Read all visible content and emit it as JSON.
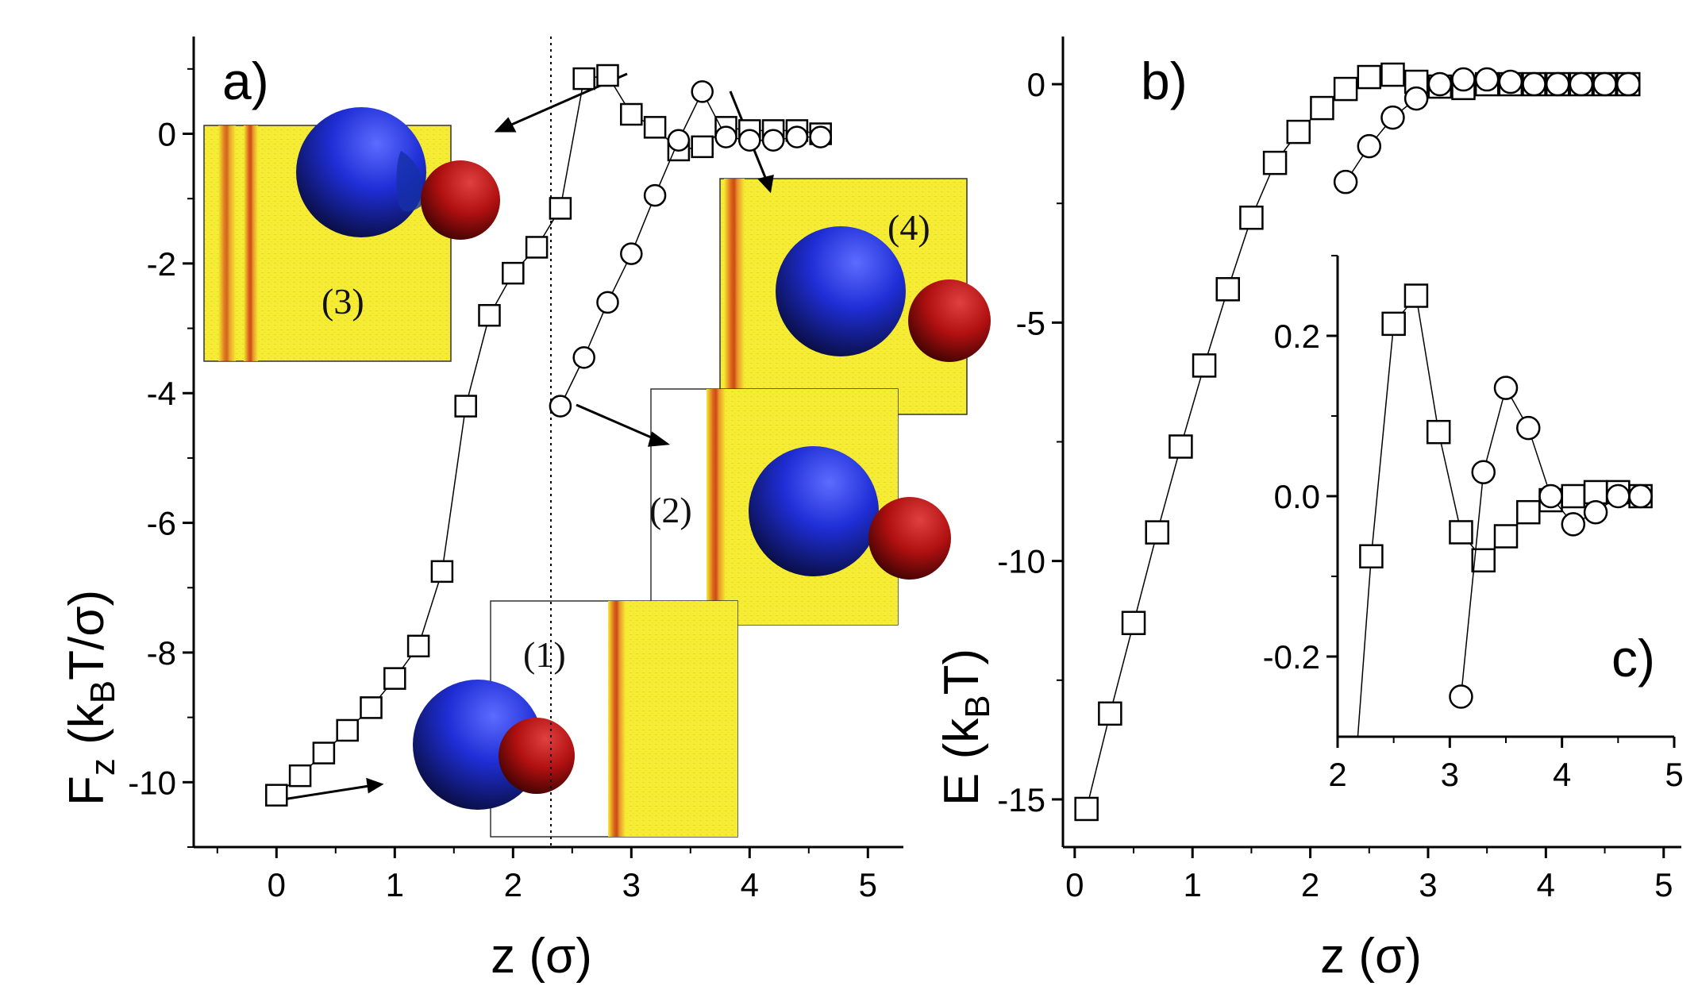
{
  "colors": {
    "inset_yellow": "#f5ec34",
    "stripe_orange": "#d9541a",
    "sphere_blue": "#1f2ed6",
    "sphere_red": "#b01010"
  },
  "chart_data": [
    {
      "panel": "a)",
      "type": "scatter",
      "xlabel": "z (σ)",
      "ylabel_parts": {
        "main": "F",
        "sub1": "z",
        "mid": " (k",
        "sub2": "B",
        "end": "T/σ)"
      },
      "xlim": [
        -0.7,
        5.3
      ],
      "ylim": [
        -11,
        1.5
      ],
      "xticks": [
        0,
        1,
        2,
        3,
        4,
        5
      ],
      "yticks": [
        0,
        -2,
        -4,
        -6,
        -8,
        -10
      ],
      "dotted_vline_x": 2.32,
      "series": [
        {
          "marker": "square",
          "x": [
            0,
            0.2,
            0.4,
            0.6,
            0.8,
            1.0,
            1.2,
            1.4,
            1.6,
            1.8,
            2.0,
            2.2,
            2.4,
            2.6,
            2.8,
            3.0,
            3.2,
            3.4,
            3.6,
            3.8,
            4.0,
            4.2,
            4.4,
            4.6
          ],
          "y": [
            -10.2,
            -9.9,
            -9.55,
            -9.2,
            -8.85,
            -8.4,
            -7.9,
            -6.75,
            -4.2,
            -2.8,
            -2.15,
            -1.75,
            -1.15,
            0.85,
            0.9,
            0.3,
            0.1,
            -0.25,
            -0.2,
            0.1,
            0.05,
            0.05,
            0.05,
            0.0
          ]
        },
        {
          "marker": "circle",
          "x": [
            2.4,
            2.6,
            2.8,
            3.0,
            3.2,
            3.4,
            3.6,
            3.8,
            4.0,
            4.2,
            4.4,
            4.6
          ],
          "y": [
            -4.2,
            -3.45,
            -2.6,
            -1.85,
            -0.95,
            -0.1,
            0.65,
            -0.05,
            -0.1,
            -0.1,
            -0.05,
            -0.05
          ]
        }
      ],
      "insets": [
        {
          "label": "(1)"
        },
        {
          "label": "(2)"
        },
        {
          "label": "(3)"
        },
        {
          "label": "(4)"
        }
      ]
    },
    {
      "panel": "b)",
      "type": "scatter",
      "xlabel": "z (σ)",
      "ylabel_parts": {
        "main": "E",
        "mid": " (k",
        "sub2": "B",
        "end": "T)"
      },
      "xlim": [
        -0.1,
        5.15
      ],
      "ylim": [
        -16,
        1
      ],
      "xticks": [
        0,
        1,
        2,
        3,
        4,
        5
      ],
      "yticks": [
        0,
        -5,
        -10,
        -15
      ],
      "series": [
        {
          "marker": "square",
          "x": [
            0.1,
            0.3,
            0.5,
            0.7,
            0.9,
            1.1,
            1.3,
            1.5,
            1.7,
            1.9,
            2.1,
            2.3,
            2.5,
            2.7,
            2.9,
            3.1,
            3.3,
            3.5,
            3.7,
            3.9,
            4.1,
            4.3,
            4.5,
            4.7
          ],
          "y": [
            -15.2,
            -13.2,
            -11.3,
            -9.4,
            -7.6,
            -5.9,
            -4.3,
            -2.8,
            -1.65,
            -1.0,
            -0.5,
            -0.1,
            0.15,
            0.2,
            0.05,
            -0.05,
            -0.08,
            0.0,
            0.0,
            0.0,
            0.0,
            0.0,
            0.0,
            0.0
          ]
        },
        {
          "marker": "circle",
          "x": [
            2.3,
            2.5,
            2.7,
            2.9,
            3.1,
            3.3,
            3.5,
            3.7,
            3.9,
            4.1,
            4.3,
            4.5,
            4.7
          ],
          "y": [
            -2.05,
            -1.3,
            -0.7,
            -0.3,
            0.0,
            0.1,
            0.1,
            0.05,
            0.0,
            0.0,
            0.0,
            0.0,
            0.0
          ]
        }
      ]
    },
    {
      "panel": "c)",
      "type": "scatter",
      "xlim": [
        2,
        5
      ],
      "ylim": [
        -0.3,
        0.3
      ],
      "xticks": [
        2,
        3,
        4,
        5
      ],
      "yticks": [
        0.2,
        0.0,
        -0.2
      ],
      "ytick_labels": [
        "0.2",
        "0.0",
        "-0.2"
      ],
      "series": [
        {
          "marker": "square",
          "x": [
            2.1,
            2.3,
            2.5,
            2.7,
            2.9,
            3.1,
            3.3,
            3.5,
            3.7,
            3.9,
            4.1,
            4.3,
            4.5,
            4.7
          ],
          "y": [
            -0.45,
            -0.075,
            0.215,
            0.25,
            0.08,
            -0.045,
            -0.08,
            -0.05,
            -0.02,
            -0.005,
            0.0,
            0.005,
            0.005,
            0.0
          ],
          "plotted_from_index": 1
        },
        {
          "marker": "circle",
          "x": [
            3.1,
            3.3,
            3.5,
            3.7,
            3.9,
            4.1,
            4.3,
            4.5,
            4.7
          ],
          "y": [
            -0.25,
            0.03,
            0.135,
            0.085,
            0.0,
            -0.035,
            -0.02,
            0.0,
            0.0
          ]
        }
      ]
    }
  ]
}
